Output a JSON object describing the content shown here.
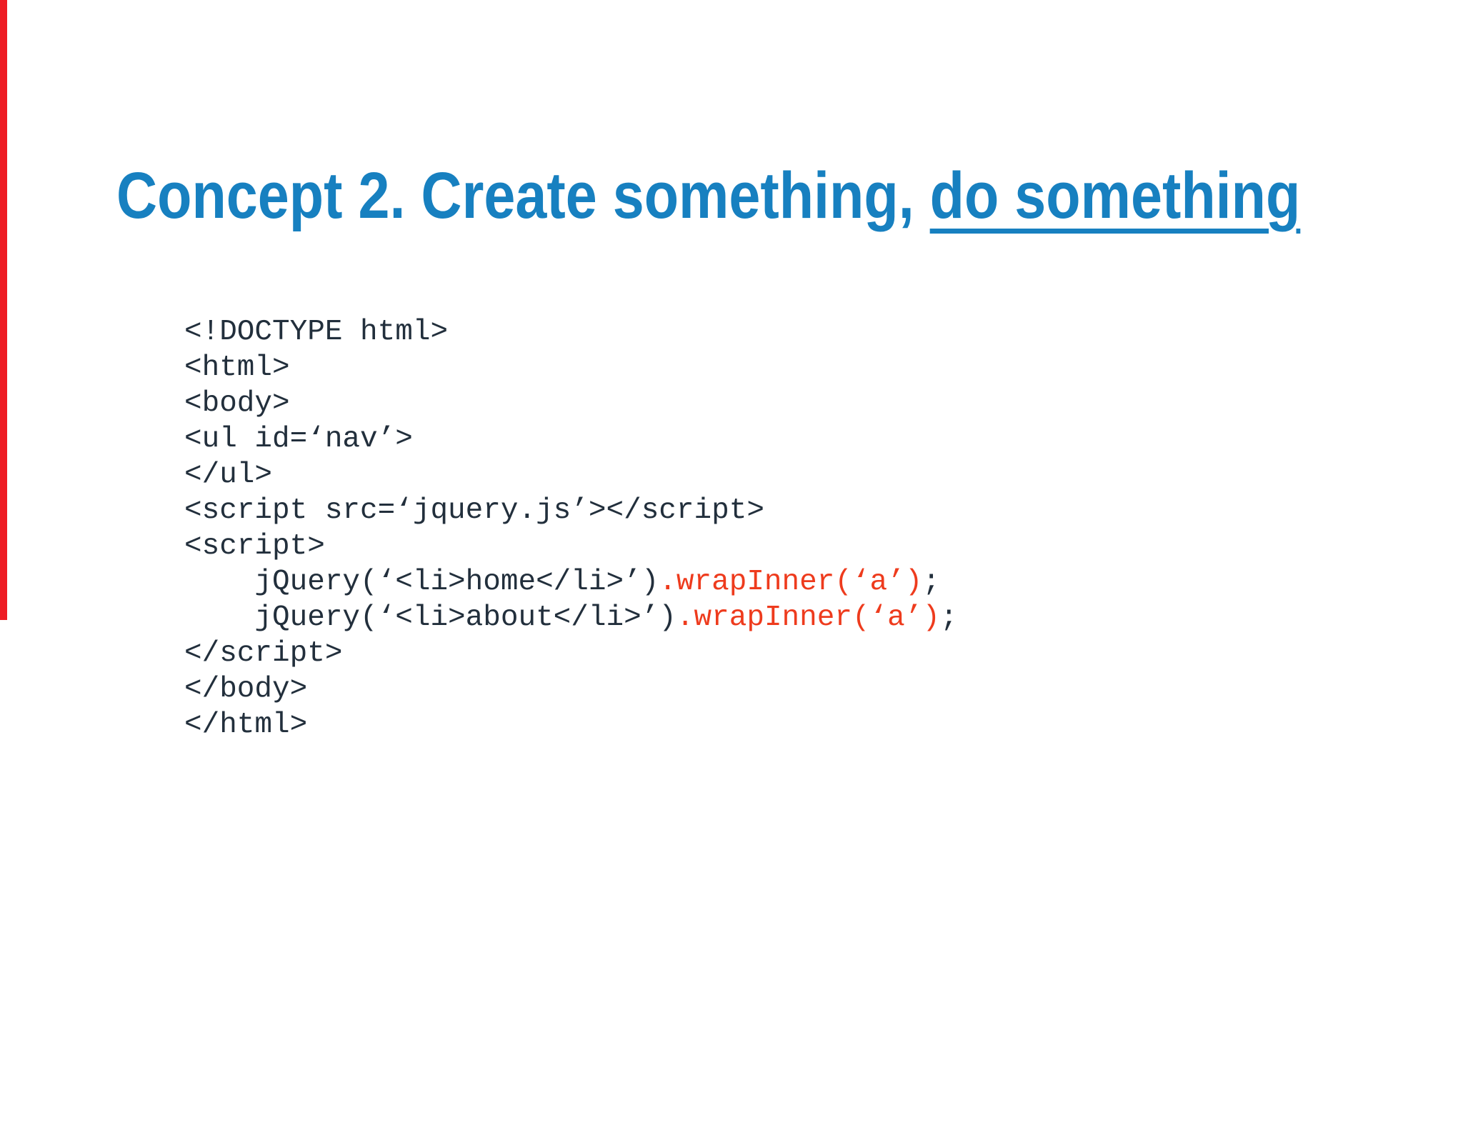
{
  "slide": {
    "accent_bar_color": "#ee1c24",
    "title": {
      "prefix": "Concept 2. Create something, ",
      "underlined": "do something",
      "color": "#1780c0"
    }
  },
  "code": {
    "text_color": "#222f3c",
    "highlight_color": "#ee3b1d",
    "lines": [
      [
        {
          "t": "<!DOCTYPE html>"
        }
      ],
      [
        {
          "t": "<html>"
        }
      ],
      [
        {
          "t": "<body>"
        }
      ],
      [
        {
          "t": "<ul id=‘nav’>"
        }
      ],
      [
        {
          "t": "</ul>"
        }
      ],
      [
        {
          "t": "<script src=‘jquery.js’></script>"
        }
      ],
      [
        {
          "t": "<script>"
        }
      ],
      [
        {
          "t": "    jQuery(‘<li>home</li>’)"
        },
        {
          "t": ".wrapInner(‘a’)",
          "hl": true
        },
        {
          "t": ";"
        }
      ],
      [
        {
          "t": "    jQuery(‘<li>about</li>’)"
        },
        {
          "t": ".wrapInner(‘a’)",
          "hl": true
        },
        {
          "t": ";"
        }
      ],
      [
        {
          "t": "</script>"
        }
      ],
      [
        {
          "t": "</body>"
        }
      ],
      [
        {
          "t": "</html>"
        }
      ]
    ]
  }
}
